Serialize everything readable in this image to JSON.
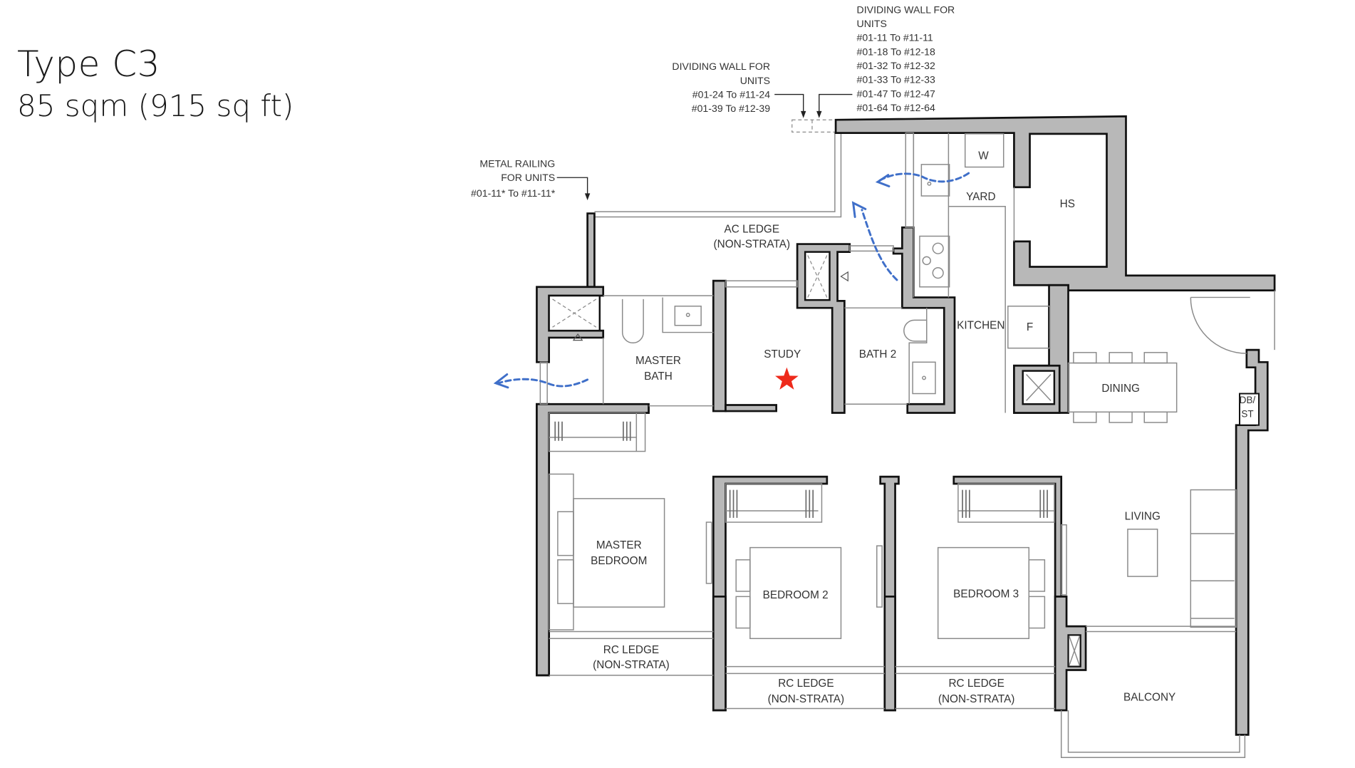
{
  "unit": {
    "type_label": "Type C3",
    "area_label": "85 sqm (915 sq ft)"
  },
  "rooms": {
    "yard": "YARD",
    "hs": "HS",
    "washer": "W",
    "fridge": "F",
    "kitchen": "KITCHEN",
    "dining": "DINING",
    "db_st_1": "DB/",
    "db_st_2": "ST",
    "living": "LIVING",
    "balcony": "BALCONY",
    "study": "STUDY",
    "bath2": "BATH 2",
    "master_bath_1": "MASTER",
    "master_bath_2": "BATH",
    "master_bedroom_1": "MASTER",
    "master_bedroom_2": "BEDROOM",
    "bedroom2": "BEDROOM 2",
    "bedroom3": "BEDROOM 3",
    "ac_ledge_1": "AC LEDGE",
    "ac_ledge_2": "(NON-STRATA)",
    "rc_ledge_label": "RC LEDGE",
    "non_strata_label": "(NON-STRATA)"
  },
  "annotations": {
    "dividing_wall_a": [
      "DIVIDING WALL FOR",
      "UNITS",
      "#01-24 To #11-24",
      "#01-39 To #12-39"
    ],
    "dividing_wall_b": [
      "DIVIDING WALL FOR",
      "UNITS",
      "#01-11 To #11-11",
      "#01-18 To #12-18",
      "#01-32 To #12-32",
      "#01-33 To #12-33",
      "#01-47 To #12-47",
      "#01-64 To #12-64"
    ],
    "metal_railing": [
      "METAL RAILING",
      "FOR  UNITS",
      "#01-11* To #11-11*"
    ]
  },
  "markers": {
    "highlight_star_color": "#ee2a1b",
    "airflow_arrow_color": "#3f6fc9",
    "highlight_room": "STUDY"
  }
}
